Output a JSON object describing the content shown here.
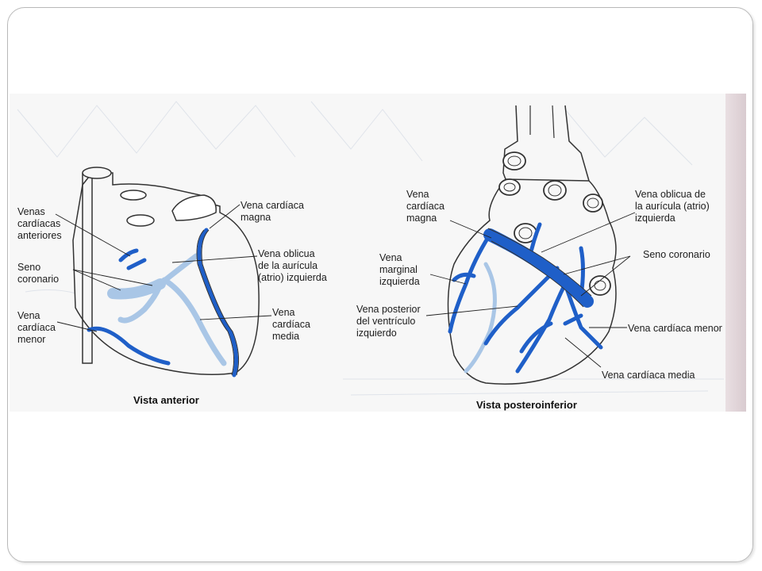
{
  "panels": {
    "anterior": {
      "caption": "Vista anterior",
      "labels": {
        "venas_cardiacas_anteriores": [
          "Venas",
          "cardíacas",
          "anteriores"
        ],
        "seno_coronario": [
          "Seno",
          "coronario"
        ],
        "vena_cardiaca_menor": [
          "Vena",
          "cardíaca",
          "menor"
        ],
        "vena_cardiaca_magna": [
          "Vena cardíaca",
          "magna"
        ],
        "vena_oblicua": [
          "Vena oblicua",
          "de la aurícula",
          "(atrio) izquierda"
        ],
        "vena_cardiaca_media": [
          "Vena",
          "cardíaca",
          "media"
        ]
      }
    },
    "posteroinferior": {
      "caption": "Vista posteroinferior",
      "labels": {
        "vena_cardiaca_magna": [
          "Vena",
          "cardíaca",
          "magna"
        ],
        "vena_marginal_izquierda": [
          "Vena",
          "marginal",
          "izquierda"
        ],
        "vena_posterior_ventriculo": [
          "Vena posterior",
          "del ventrículo",
          "izquierdo"
        ],
        "vena_oblicua": [
          "Vena oblicua de",
          "la aurícula (atrio)",
          "izquierda"
        ],
        "seno_coronario": [
          "Seno coronario"
        ],
        "vena_cardiaca_menor": [
          "Vena cardíaca menor"
        ],
        "vena_cardiaca_media": [
          "Vena cardíaca media"
        ]
      }
    }
  },
  "colors": {
    "vein_dark": "#1f5fc8",
    "vein_light": "#a9c6e6",
    "outline": "#333333",
    "background": "#f7f7f7"
  }
}
